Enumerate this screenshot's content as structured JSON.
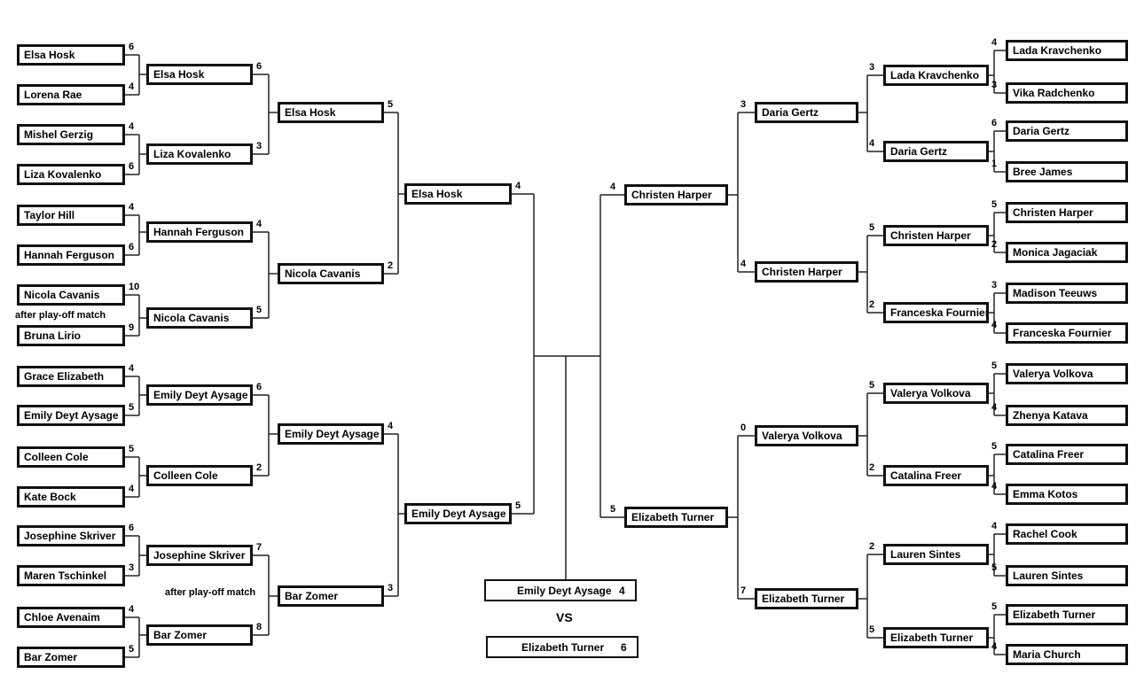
{
  "left": {
    "r1": [
      {
        "name": "Elsa Hosk",
        "score": "6"
      },
      {
        "name": "Lorena Rae",
        "score": "4"
      },
      {
        "name": "Mishel Gerzig",
        "score": "4"
      },
      {
        "name": "Liza Kovalenko",
        "score": "6"
      },
      {
        "name": "Taylor Hill",
        "score": "4"
      },
      {
        "name": "Hannah Ferguson",
        "score": "6"
      },
      {
        "name": "Nicola Cavanis",
        "score": "10"
      },
      {
        "name": "Bruna Lirio",
        "score": "9"
      },
      {
        "name": "Grace Elizabeth",
        "score": "4"
      },
      {
        "name": "Emily Deyt Aysage",
        "score": "5"
      },
      {
        "name": "Colleen Cole",
        "score": "5"
      },
      {
        "name": "Kate Bock",
        "score": "4"
      },
      {
        "name": "Josephine Skriver",
        "score": "6"
      },
      {
        "name": "Maren Tschinkel",
        "score": "3"
      },
      {
        "name": "Chloe Avenaim",
        "score": "4"
      },
      {
        "name": "Bar Zomer",
        "score": "5"
      }
    ],
    "r2": [
      {
        "name": "Elsa Hosk",
        "score": "6"
      },
      {
        "name": "Liza Kovalenko",
        "score": "3"
      },
      {
        "name": "Hannah Ferguson",
        "score": "4"
      },
      {
        "name": "Nicola Cavanis",
        "score": "5"
      },
      {
        "name": "Emily Deyt Aysage",
        "score": "6"
      },
      {
        "name": "Colleen Cole",
        "score": "2"
      },
      {
        "name": "Josephine Skriver",
        "score": "7"
      },
      {
        "name": "Bar Zomer",
        "score": "8"
      }
    ],
    "r3": [
      {
        "name": "Elsa Hosk",
        "score": "5"
      },
      {
        "name": "Nicola Cavanis",
        "score": "2"
      },
      {
        "name": "Emily Deyt Aysage",
        "score": "4"
      },
      {
        "name": "Bar Zomer",
        "score": "3"
      }
    ],
    "r4": [
      {
        "name": "Elsa Hosk",
        "score": "4"
      },
      {
        "name": "Emily Deyt Aysage",
        "score": "5"
      }
    ],
    "notes": [
      "after play-off match",
      "after play-off match"
    ]
  },
  "right": {
    "r1": [
      {
        "name": "Lada Kravchenko",
        "score": "4"
      },
      {
        "name": "Vika Radchenko",
        "score": "3"
      },
      {
        "name": "Daria Gertz",
        "score": "6"
      },
      {
        "name": "Bree James",
        "score": "1"
      },
      {
        "name": "Christen Harper",
        "score": "5"
      },
      {
        "name": "Monica  Jagaciak",
        "score": "2"
      },
      {
        "name": "Madison Teeuws",
        "score": "3"
      },
      {
        "name": "Franceska Fournier",
        "score": "4"
      },
      {
        "name": "Valerya Volkova",
        "score": "5"
      },
      {
        "name": "Zhenya Katava",
        "score": "4"
      },
      {
        "name": "Catalina Freer",
        "score": "5"
      },
      {
        "name": "Emma Kotos",
        "score": "4"
      },
      {
        "name": "Rachel Cook",
        "score": "4"
      },
      {
        "name": "Lauren Sintes",
        "score": "5"
      },
      {
        "name": "Elizabeth Turner",
        "score": "5"
      },
      {
        "name": "Maria Church",
        "score": "4"
      }
    ],
    "r2": [
      {
        "name": "Lada Kravchenko",
        "score": "3"
      },
      {
        "name": "Daria Gertz",
        "score": "4"
      },
      {
        "name": "Christen Harper",
        "score": "5"
      },
      {
        "name": "Franceska Fournier",
        "score": "2"
      },
      {
        "name": "Valerya Volkova",
        "score": "5"
      },
      {
        "name": "Catalina Freer",
        "score": "2"
      },
      {
        "name": "Lauren Sintes",
        "score": "2"
      },
      {
        "name": "Elizabeth Turner",
        "score": "5"
      }
    ],
    "r3": [
      {
        "name": "Daria Gertz",
        "score": "3"
      },
      {
        "name": "Christen Harper",
        "score": "4"
      },
      {
        "name": "Valerya Volkova",
        "score": "0"
      },
      {
        "name": "Elizabeth Turner",
        "score": "7"
      }
    ],
    "r4": [
      {
        "name": "Christen Harper",
        "score": "4"
      },
      {
        "name": "Elizabeth Turner",
        "score": "5"
      }
    ]
  },
  "final": {
    "top": {
      "name": "Emily Deyt Aysage",
      "score": "4"
    },
    "vs": "VS",
    "bottom": {
      "name": "Elizabeth Turner",
      "score": "6"
    }
  }
}
